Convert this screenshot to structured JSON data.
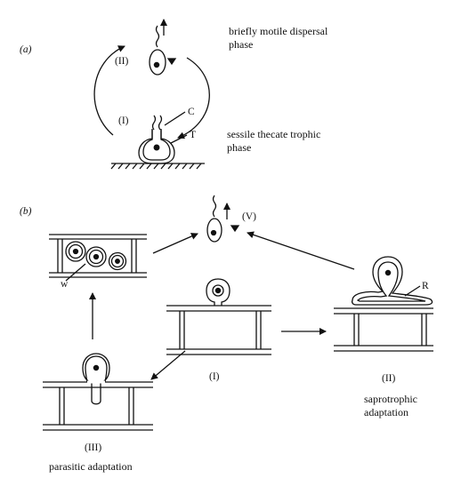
{
  "panel_a": {
    "label": "(a)",
    "stage_II": "(II)",
    "stage_I": "(I)",
    "part_C": "C",
    "part_T": "T",
    "caption_top_line1": "briefly motile dispersal",
    "caption_top_line2": "phase",
    "caption_bottom_line1": "sessile thecate trophic",
    "caption_bottom_line2": "phase"
  },
  "panel_b": {
    "label": "(b)",
    "stage_V": "(V)",
    "stage_I": "(I)",
    "stage_II": "(II)",
    "stage_III": "(III)",
    "part_R": "R",
    "part_w": "w",
    "caption_saprotrophic_line1": "saprotrophic",
    "caption_saprotrophic_line2": "adaptation",
    "caption_parasitic": "parasitic adaptation"
  }
}
